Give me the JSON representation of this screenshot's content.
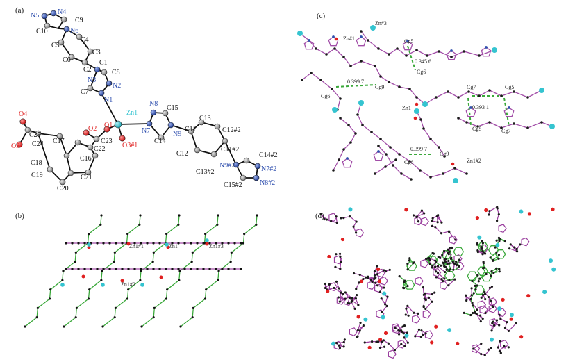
{
  "panel_labels": {
    "a": "(a)",
    "b": "(b)",
    "c": "(c)",
    "d": "(d)"
  },
  "colors": {
    "carbon": "#8a8a8a",
    "nitrogen": "#2f4fae",
    "oxygen": "#e02020",
    "zinc": "#35c4d0",
    "purple_bond": "#a24ea8",
    "green_bond": "#3aa83a",
    "stacking": "#3aa83a"
  },
  "panel_a": {
    "labels": {
      "N5": "N5",
      "N4": "N4",
      "C9": "C9",
      "C10": "C10",
      "N6": "N6",
      "C4": "C4",
      "C5": "C5",
      "C3": "C3",
      "C6": "C6",
      "C2": "C2",
      "C1": "C1",
      "C8": "C8",
      "N3": "N3",
      "N2": "N2",
      "C7": "C7",
      "N1": "N1",
      "Zn1": "Zn1",
      "N8": "N8",
      "C15": "C15",
      "O4": "O4",
      "O2": "O2",
      "O1": "O1",
      "N7": "N7",
      "C13": "C13",
      "C12n2": "C12#2",
      "C25": "C25",
      "C23": "C23",
      "O3n1": "O3#1",
      "C14": "C14",
      "N9": "N9",
      "C11": "C11",
      "O3": "O3",
      "C24": "C24",
      "C17": "C17",
      "C22": "C22",
      "C12": "C12",
      "C11n2": "C11#2",
      "C14n2": "C14#2",
      "C18": "C18",
      "C16": "C16",
      "C13n2": "C13#2",
      "N9n2": "N9#2",
      "N7n2": "N7#2",
      "C19": "C19",
      "C21": "C21",
      "C15n2": "C15#2",
      "N8n2": "N8#2",
      "C20": "C20"
    }
  },
  "panel_b": {
    "labels": {
      "zn1n1": "Zn1#1",
      "zn1": "Zn1",
      "zn1n3": "Zn1#3",
      "zn1n2": "Zn1#2"
    }
  },
  "panel_c": {
    "labels": {
      "zn1n1": "Zn#1",
      "zn3": "Zn#3",
      "cg5a": "Cg5",
      "d3456": "0.345 6",
      "cg6a": "Cg6",
      "d3997a": "0.399 7",
      "cg9a": "Cg9",
      "cg6b": "Cg6",
      "cg7a": "Cg7",
      "cg5b": "Cg5",
      "zn1": "Zn1",
      "d3931": "0.393 1",
      "cg5c": "Cg5",
      "cg7b": "Cg7",
      "d3997b": "0.399 7",
      "cg9b": "Cg9",
      "cg6c": "Cg6",
      "zn1n2": "Zn1#2"
    }
  }
}
